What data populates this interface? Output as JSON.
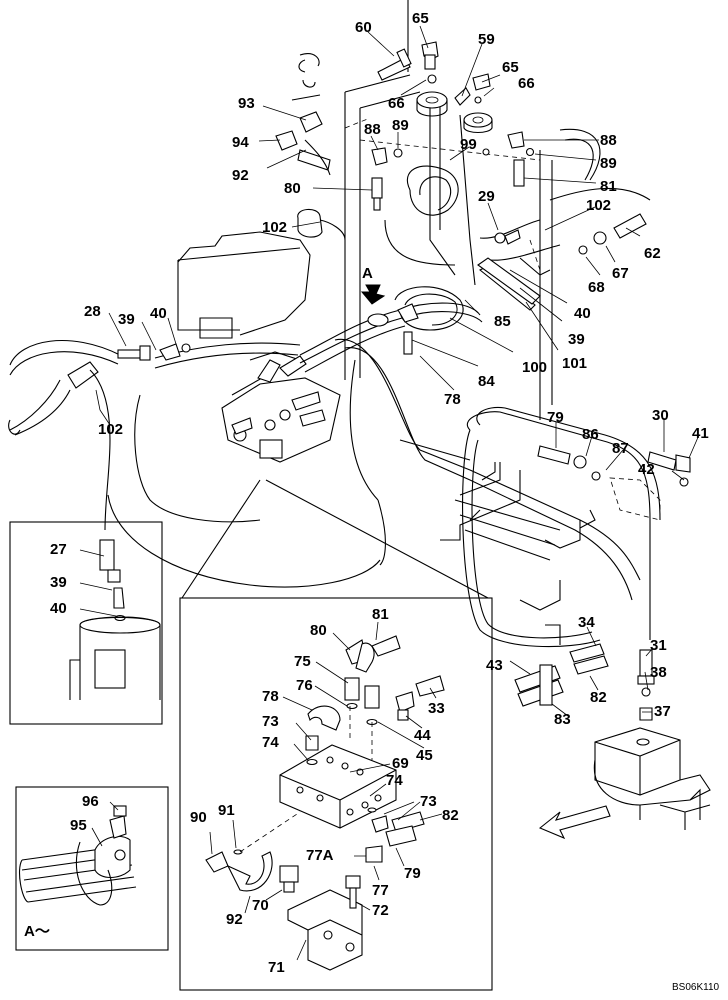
{
  "drawing": {
    "code": "BS06K110",
    "view_letter": "A",
    "view_marker": "A～"
  },
  "callouts": {
    "c60": "60",
    "c65a": "65",
    "c59": "59",
    "c65b": "65",
    "c66a": "66",
    "c66b": "66",
    "c93": "93",
    "c88a": "88",
    "c89a": "89",
    "c88b": "88",
    "c94": "94",
    "c99": "99",
    "c89b": "89",
    "c92a": "92",
    "c80a": "80",
    "c81a": "81",
    "c29": "29",
    "c102a": "102",
    "c102b": "102",
    "c62": "62",
    "c67": "67",
    "c68": "68",
    "c40a": "40",
    "c28": "28",
    "c39a": "39",
    "c40b": "40",
    "c85": "85",
    "c39b": "39",
    "c100": "100",
    "c101": "101",
    "c84": "84",
    "c78a": "78",
    "c102c": "102",
    "c79a": "79",
    "c30": "30",
    "c86": "86",
    "c87": "87",
    "c41": "41",
    "c42": "42",
    "c27": "27",
    "c39c": "39",
    "c40c": "40",
    "c81b": "81",
    "c80b": "80",
    "c75": "75",
    "c76": "76",
    "c33": "33",
    "c78b": "78",
    "c73a": "73",
    "c44": "44",
    "c74a": "74",
    "c45": "45",
    "c69": "69",
    "c74b": "74",
    "c34": "34",
    "c31": "31",
    "c43": "43",
    "c38": "38",
    "c82a": "82",
    "c83": "83",
    "c37": "37",
    "c73b": "73",
    "c82b": "82",
    "c90": "90",
    "c91": "91",
    "c77a": "77A",
    "c77": "77",
    "c79b": "79",
    "c96": "96",
    "c95": "95",
    "c70": "70",
    "c72": "72",
    "c92b": "92",
    "c71": "71"
  }
}
